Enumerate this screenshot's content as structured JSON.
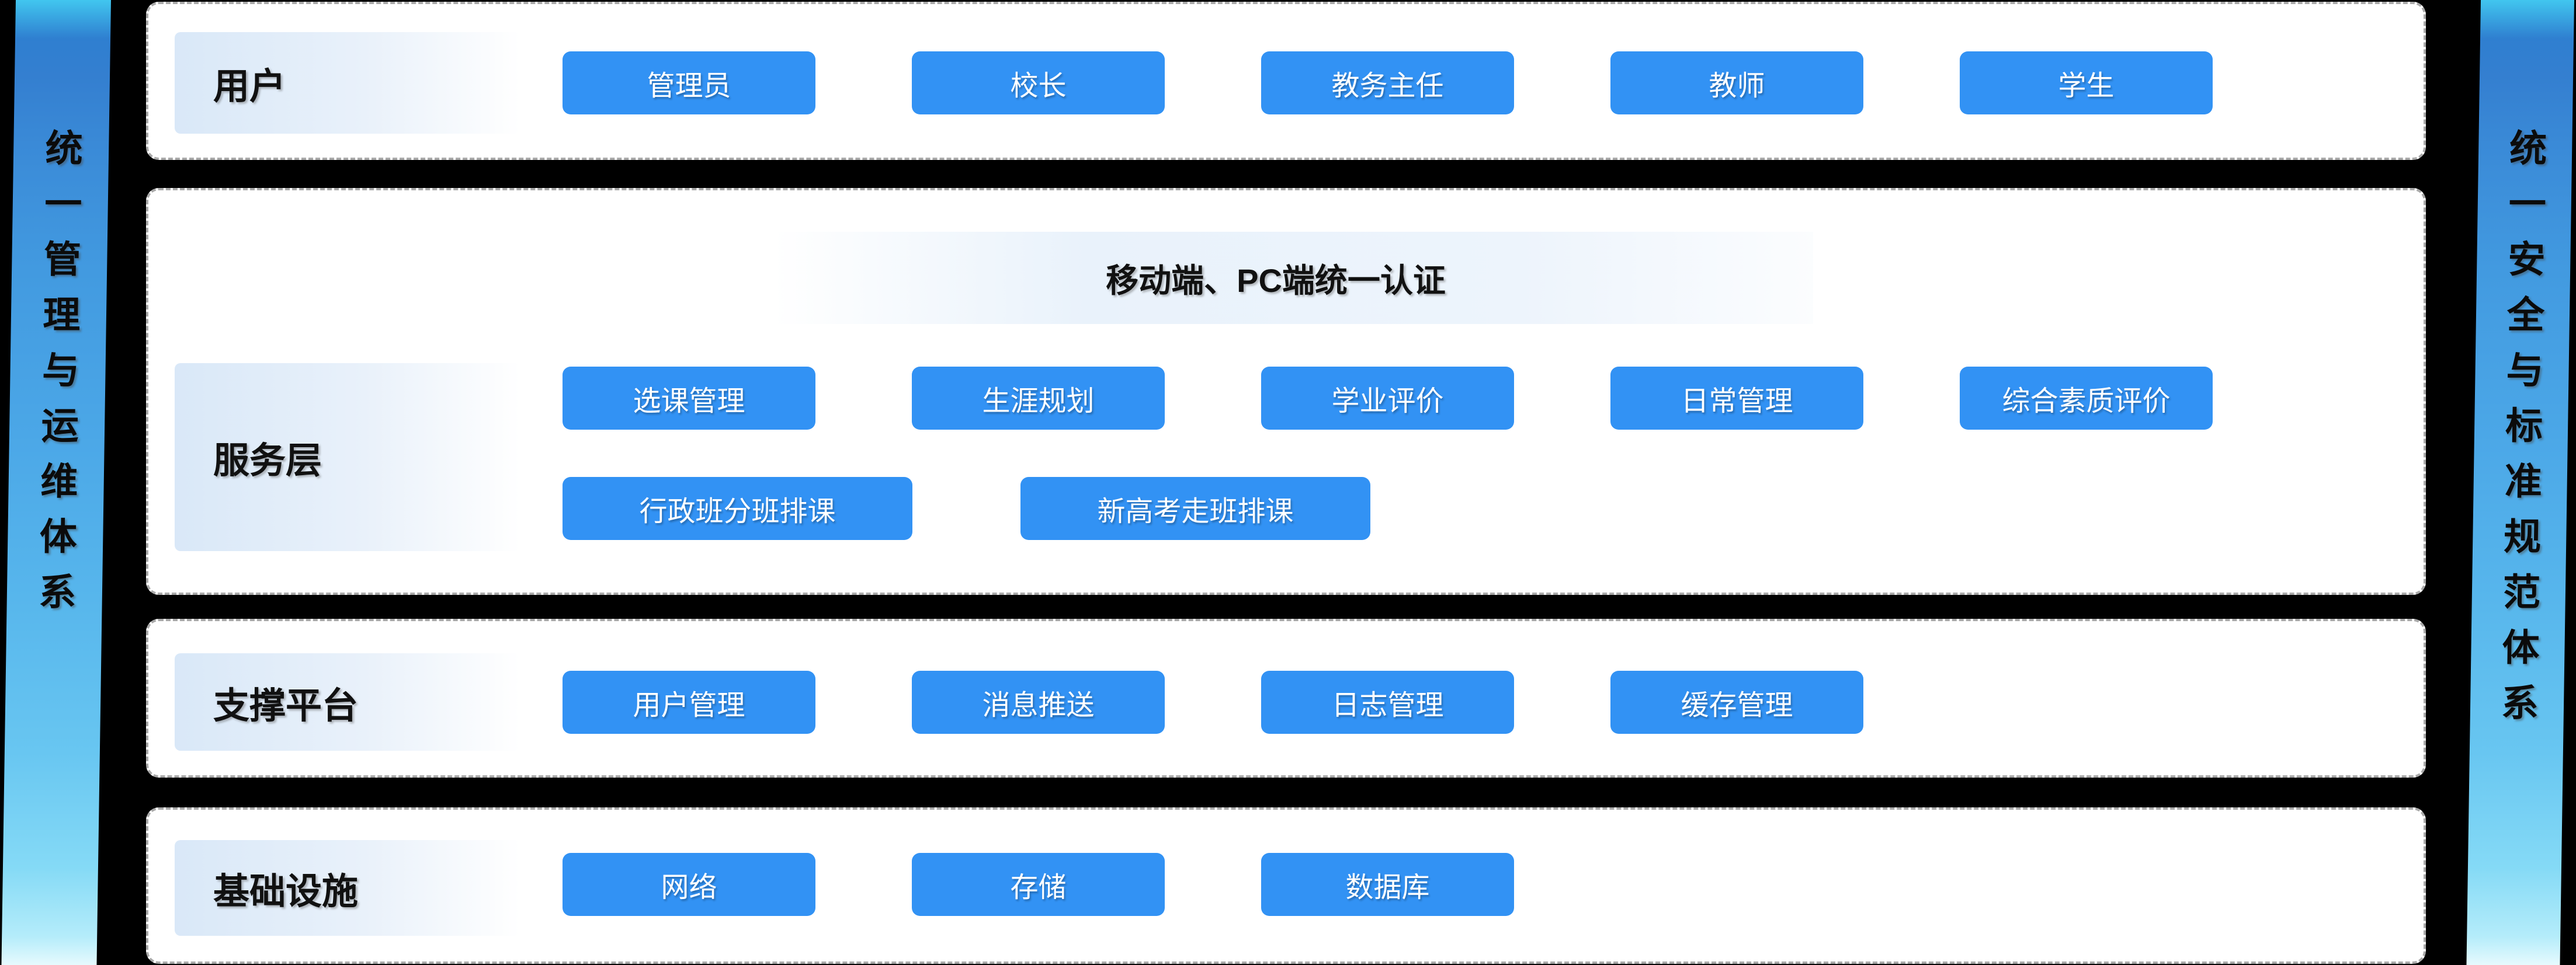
{
  "ribbons": {
    "left": "统一管理与运维体系",
    "right": "统一安全与标准规范体系"
  },
  "colors": {
    "page_background": "#000000",
    "button_blue": "#3292f4",
    "ribbon_top": "#2f7fd0",
    "ribbon_bottom": "#b4ecfa",
    "label_block_tint": "#d9e8f8",
    "header_band_tint": "#e9f2fb",
    "box_border": "#a9a9a9",
    "text_black": "#111111",
    "button_text": "#ffffff"
  },
  "sections": [
    {
      "label": "用户",
      "rows": [
        [
          "管理员",
          "校长",
          "教务主任",
          "教师",
          "学生"
        ]
      ]
    },
    {
      "label": "服务层",
      "header": "移动端、PC端统一认证",
      "rows": [
        [
          "选课管理",
          "生涯规划",
          "学业评价",
          "日常管理",
          "综合素质评价"
        ],
        [
          "行政班分班排课",
          "新高考走班排课"
        ]
      ]
    },
    {
      "label": "支撑平台",
      "rows": [
        [
          "用户管理",
          "消息推送",
          "日志管理",
          "缓存管理"
        ]
      ]
    },
    {
      "label": "基础设施",
      "rows": [
        [
          "网络",
          "存储",
          "数据库"
        ]
      ]
    }
  ]
}
